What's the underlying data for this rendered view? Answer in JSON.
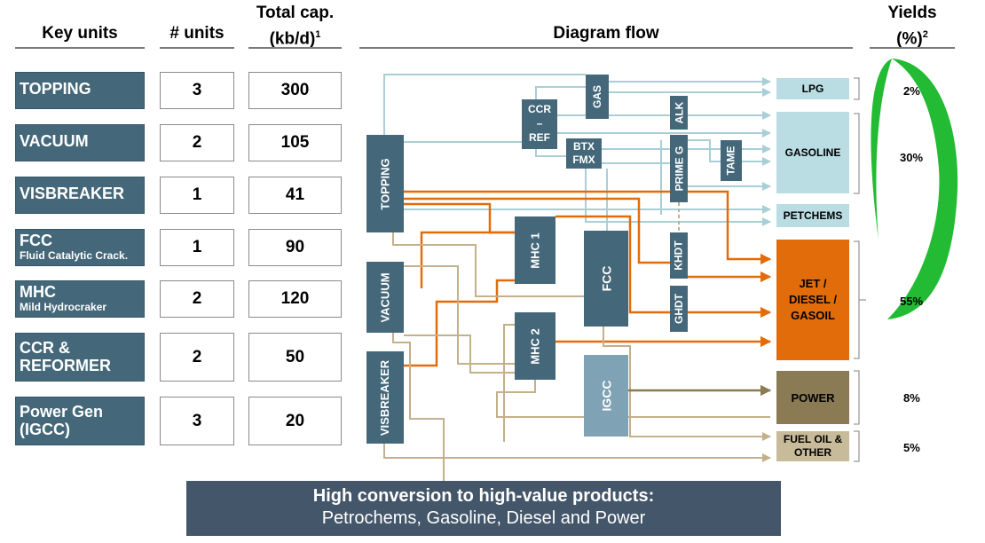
{
  "headers": {
    "key_units": "Key units",
    "num_units": "# units",
    "total_cap_line1": "Total cap.",
    "total_cap_line2": "(kb/d)",
    "total_cap_sup": "1",
    "diagram_flow": "Diagram flow",
    "yields_line1": "Yields",
    "yields_line2": "(%)",
    "yields_sup": "2"
  },
  "units": [
    {
      "name": "TOPPING",
      "sub": "",
      "count": "3",
      "capacity": "300"
    },
    {
      "name": "VACUUM",
      "sub": "",
      "count": "2",
      "capacity": "105"
    },
    {
      "name": "VISBREAKER",
      "sub": "",
      "count": "1",
      "capacity": "41"
    },
    {
      "name": "FCC",
      "sub": "Fluid Catalytic Crack.",
      "count": "1",
      "capacity": "90"
    },
    {
      "name": "MHC",
      "sub": "Mild Hydrocraker",
      "count": "2",
      "capacity": "120"
    },
    {
      "name": "CCR &",
      "sub": "REFORMER",
      "count": "2",
      "capacity": "50"
    },
    {
      "name": "Power Gen",
      "sub": "(IGCC)",
      "count": "3",
      "capacity": "20"
    }
  ],
  "flow_units": {
    "topping": "TOPPING",
    "vacuum": "VACUUM",
    "visbreaker": "VISBREAKER",
    "ccr_line1": "CCR",
    "ccr_line2": "–",
    "ccr_line3": "REF",
    "gas": "GAS",
    "btx_line1": "BTX",
    "btx_line2": "FMX",
    "alk": "ALK",
    "prime_g": "PRIME G",
    "tame": "TAME",
    "mhc1": "MHC 1",
    "mhc2": "MHC 2",
    "fcc": "FCC",
    "khdt": "KHDT",
    "ghdt": "GHDT",
    "igcc": "IGCC"
  },
  "products": {
    "lpg": "LPG",
    "gasoline": "GASOLINE",
    "petchems": "PETCHEMS",
    "jet_line1": "JET /",
    "jet_line2": "DIESEL /",
    "jet_line3": "GASOIL",
    "power": "POWER",
    "fuel_line1": "FUEL OIL &",
    "fuel_line2": "OTHER"
  },
  "yields": {
    "lpg": "2%",
    "gasoline": "30%",
    "jet": "55%",
    "power": "8%",
    "fuel": "5%"
  },
  "banner": {
    "line1": "High conversion to high-value products:",
    "line2": "Petrochems, Gasoline, Diesel and Power"
  },
  "colors": {
    "unit_box": "#44687a",
    "igcc_box": "#7fa3b4",
    "light_product": "#b9dde3",
    "jet_product": "#e36c0a",
    "power_product": "#8a7b55",
    "fuel_product": "#c8bb9a",
    "arrow_light": "#a9cfd6",
    "arrow_orange": "#e36c0a",
    "arrow_tan": "#c4b08a",
    "ellipse_green": "#22bb33",
    "banner": "#44566a"
  }
}
